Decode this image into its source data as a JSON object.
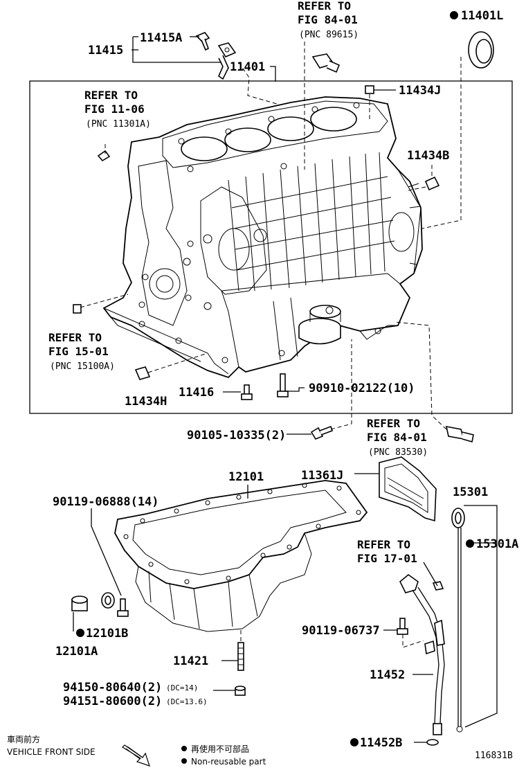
{
  "labels": {
    "p11415": "11415",
    "p11415A": "11415A",
    "p11401": "11401",
    "p11401L": "11401L",
    "p11434J": "11434J",
    "p11434B": "11434B",
    "p11434H": "11434H",
    "p11416": "11416",
    "p90910": "90910-02122(10)",
    "p90105": "90105-10335(2)",
    "p12101": "12101",
    "p11361J": "11361J",
    "p15301": "15301",
    "p15301A": "15301A",
    "p90119a": "90119-06888(14)",
    "p90119b": "90119-06737",
    "p12101B": "12101B",
    "p12101A": "12101A",
    "p11421": "11421",
    "p11452": "11452",
    "p11452B": "11452B",
    "p94150": "94150-80640(2)",
    "p94150note": "(DC=14)",
    "p94151": "94151-80600(2)",
    "p94151note": "(DC=13.6)"
  },
  "references": {
    "r1_line1": "REFER TO",
    "r1_line2": "FIG 84-01",
    "r1_pnc": "(PNC 89615)",
    "r2_line1": "REFER TO",
    "r2_line2": "FIG 11-06",
    "r2_pnc": "(PNC 11301A)",
    "r3_line1": "REFER TO",
    "r3_line2": "FIG 15-01",
    "r3_pnc": "(PNC 15100A)",
    "r4_line1": "REFER TO",
    "r4_line2": "FIG 84-01",
    "r4_pnc": "(PNC 83530)",
    "r5_line1": "REFER TO",
    "r5_line2": "FIG 17-01"
  },
  "legend": {
    "front_jp": "車両前方",
    "front_en": "VEHICLE FRONT SIDE",
    "nonreuse_jp": "再使用不可部品",
    "nonreuse_en": "Non-reusable part"
  },
  "figure_number": "116831B",
  "icons": [
    "non-reusable-dot-icon",
    "front-arrow-icon"
  ]
}
